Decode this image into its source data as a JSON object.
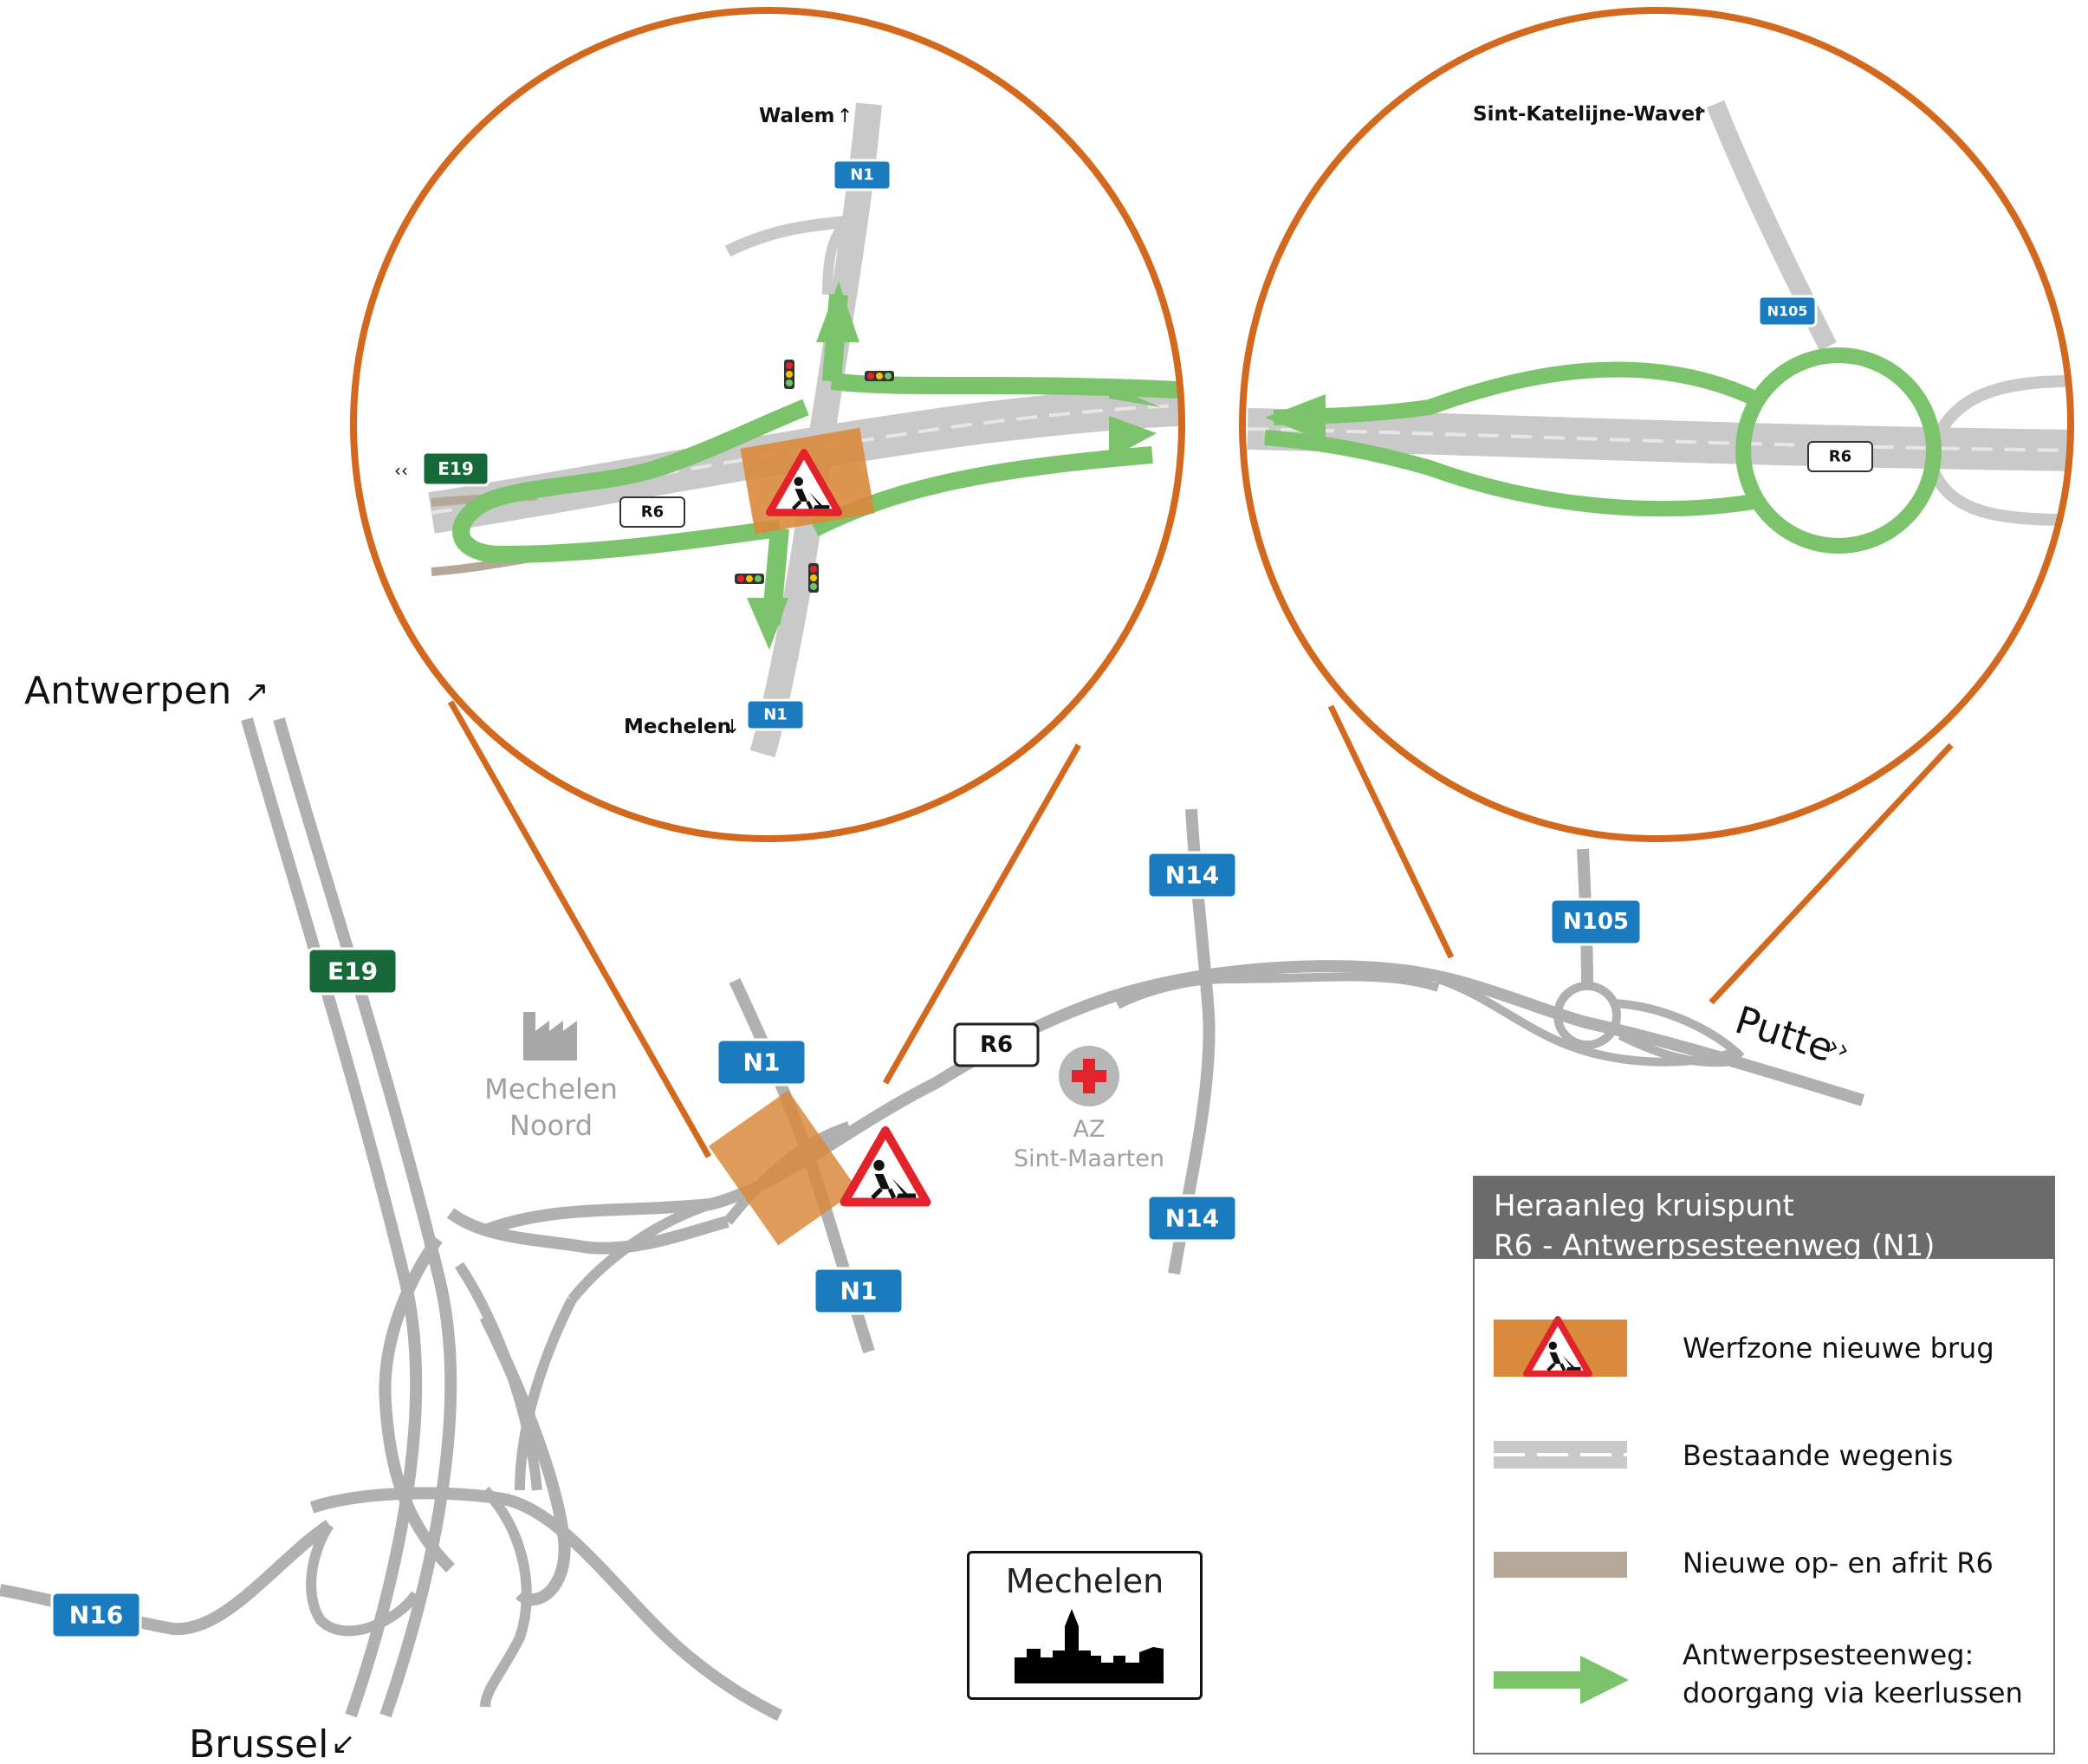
{
  "colors": {
    "road": "#b0b0b0",
    "zoom_ring": "#d2691e",
    "green_route": "#7bc46b",
    "work_zone": "#d98a3c",
    "new_ramp": "#b5a899",
    "shield_blue": "#1a7bbf",
    "shield_green": "#17693a",
    "warning_red": "#e3232b"
  },
  "cities": {
    "antwerpen": "Antwerpen",
    "brussel": "Brussel",
    "putte": "Putte"
  },
  "poi": {
    "mechelen_noord_line1": "Mechelen",
    "mechelen_noord_line2": "Noord",
    "az_line1": "AZ",
    "az_line2": "Sint-Maarten"
  },
  "shields": {
    "e19": "E19",
    "n1_north": "N1",
    "n1_south": "N1",
    "r6": "R6",
    "n14_north": "N14",
    "n14_south": "N14",
    "n105": "N105",
    "n16": "N16"
  },
  "zoom_left": {
    "walem": "Walem",
    "mechelen": "Mechelen",
    "n1_top": "N1",
    "n1_bottom": "N1",
    "e19": "E19",
    "r6": "R6"
  },
  "zoom_right": {
    "sint_katelijne": "Sint-Katelijne-Waver",
    "n105": "N105",
    "r6": "R6"
  },
  "city_sign": {
    "name": "Mechelen"
  },
  "legend": {
    "title_line1": "Heraanleg kruispunt",
    "title_line2": "R6 - Antwerpsesteenweg (N1)",
    "items": [
      {
        "label": "Werfzone nieuwe brug"
      },
      {
        "label": "Bestaande wegenis"
      },
      {
        "label": "Nieuwe op- en afrit R6"
      },
      {
        "label_line1": "Antwerpsesteenweg:",
        "label_line2": "doorgang via keerlussen"
      }
    ]
  }
}
